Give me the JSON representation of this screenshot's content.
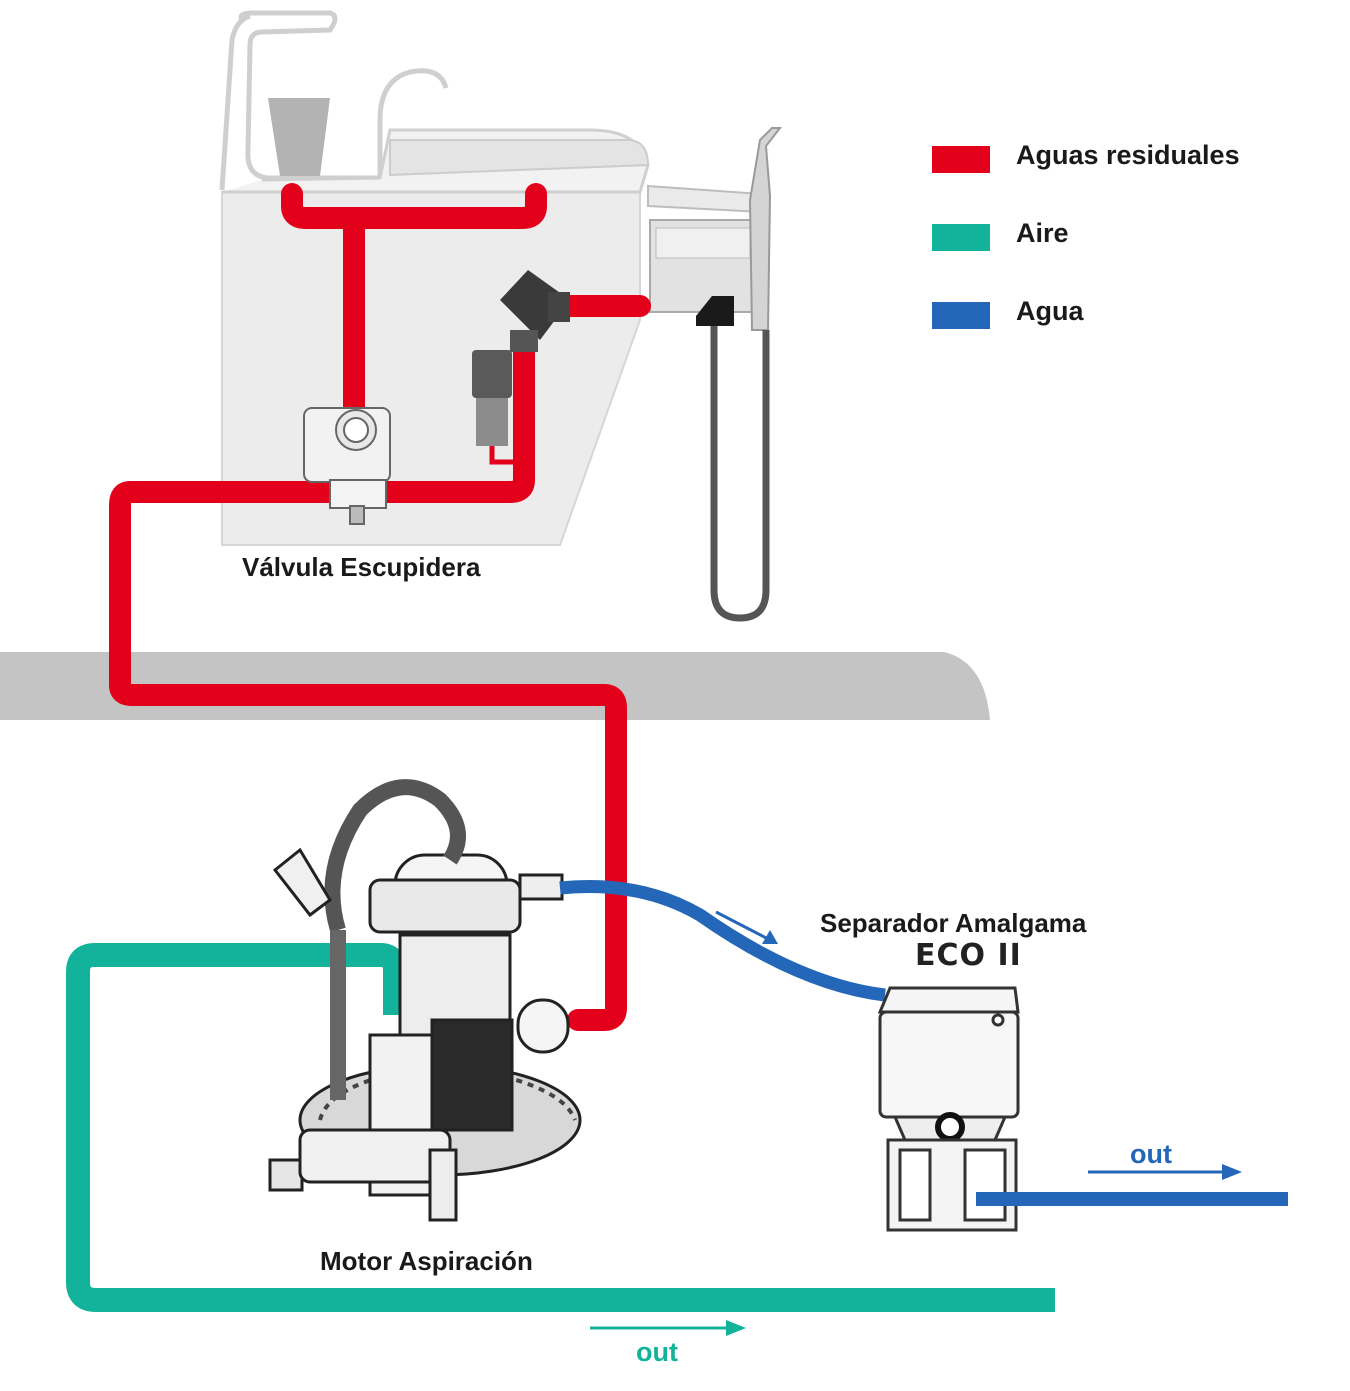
{
  "legend": [
    {
      "label": "Aguas residuales",
      "color": "#e3001b"
    },
    {
      "label": "Aire",
      "color": "#12b39a"
    },
    {
      "label": "Agua",
      "color": "#2466b8"
    }
  ],
  "labels": {
    "valve": "Válvula Escupidera",
    "motor": "Motor Aspiración",
    "separator": "Separador Amalgama",
    "separator_model": "ECO II",
    "out_water": "out",
    "out_air": "out"
  },
  "colors": {
    "wastewater": "#e3001b",
    "air": "#12b39a",
    "water": "#2466b8",
    "chair": "#e6e6e6",
    "floor": "#c4c4c4"
  }
}
